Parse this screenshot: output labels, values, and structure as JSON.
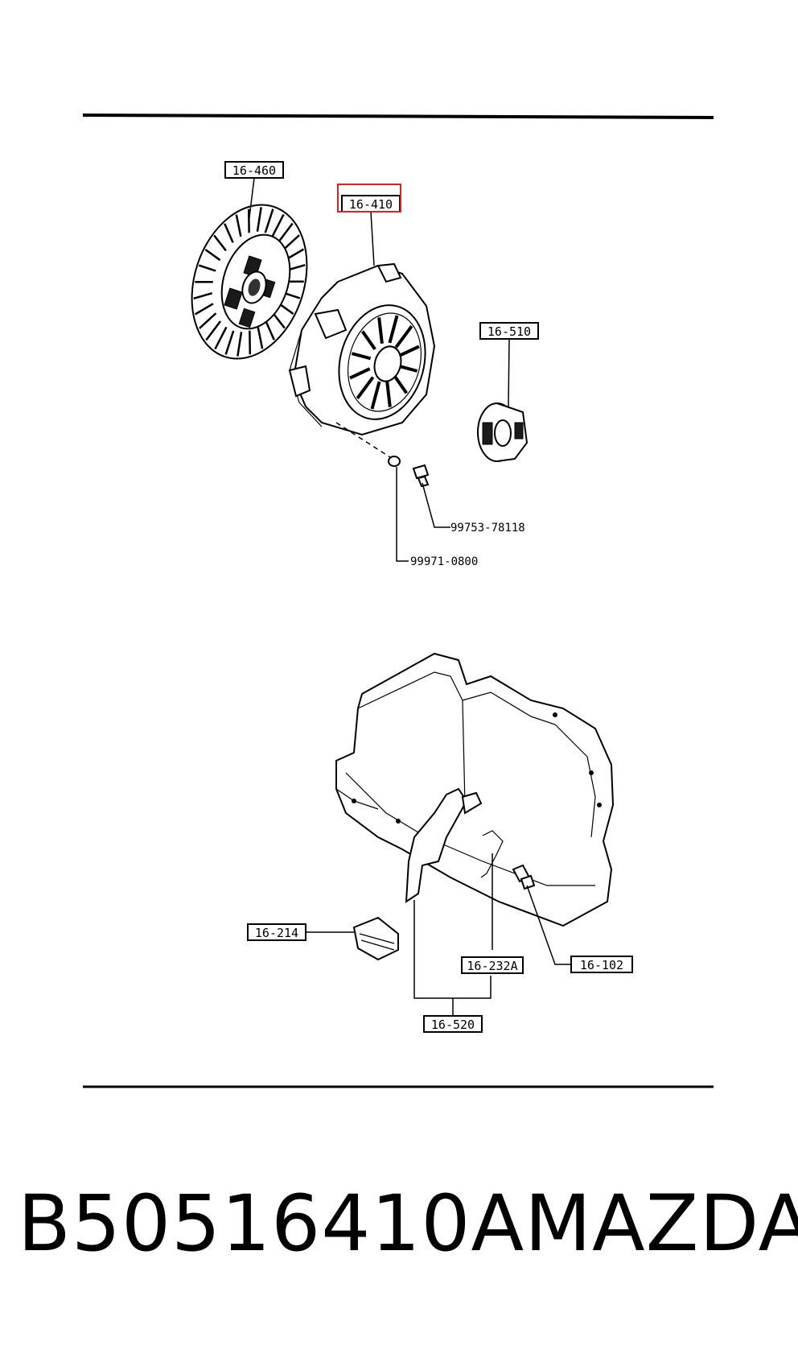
{
  "footer": {
    "part_number": "B50516410A",
    "brand": "MAZDA"
  },
  "labels": {
    "clutch_disc": "16-460",
    "clutch_cover": "16-410",
    "release_bearing": "16-510",
    "bolt": "99753-78118",
    "lock_washer": "99971-0800",
    "boot": "16-214",
    "release_fork": "16-520",
    "spring": "16-232A",
    "pivot_bolt": "16-102"
  },
  "highlight_color": "#e02020"
}
